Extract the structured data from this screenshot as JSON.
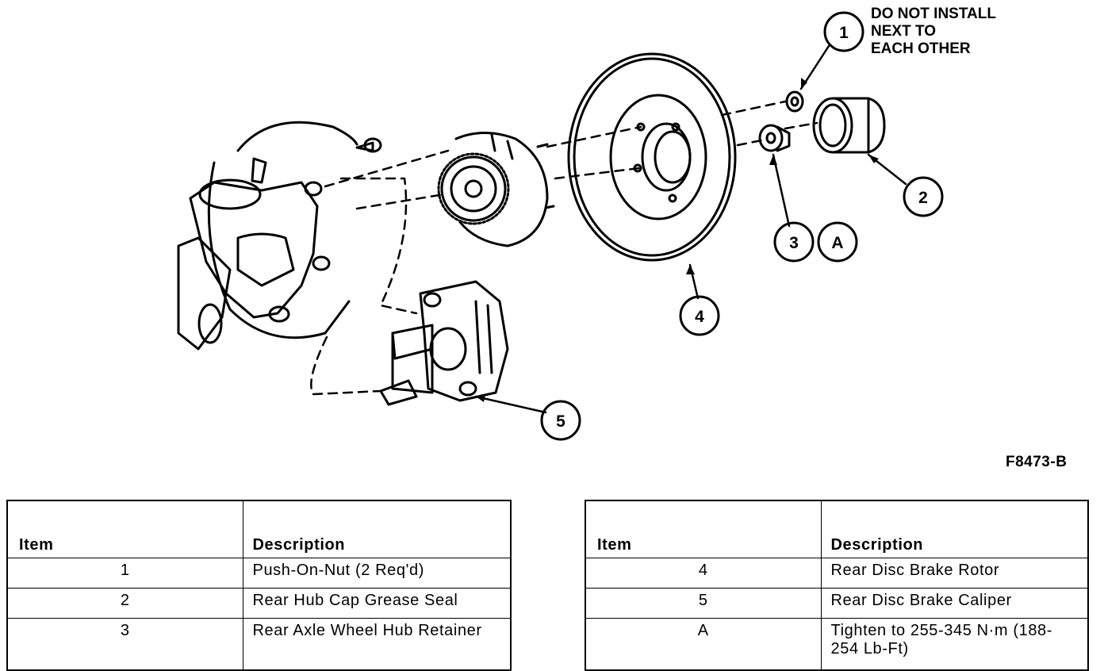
{
  "figure": {
    "note": [
      "DO NOT INSTALL",
      "NEXT TO",
      "EACH OTHER"
    ],
    "callouts": [
      "1",
      "2",
      "3",
      "A",
      "4",
      "5"
    ],
    "code": "F8473-B"
  },
  "table_left": {
    "headers": [
      "Item",
      "Description"
    ],
    "rows": [
      {
        "item": "1",
        "description": "Push-On-Nut (2 Req'd)"
      },
      {
        "item": "2",
        "description": "Rear Hub Cap Grease Seal"
      },
      {
        "item": "3",
        "description": "Rear Axle Wheel Hub Retainer"
      }
    ]
  },
  "table_right": {
    "headers": [
      "Item",
      "Description"
    ],
    "rows": [
      {
        "item": "4",
        "description": "Rear Disc Brake Rotor"
      },
      {
        "item": "5",
        "description": "Rear Disc Brake Caliper"
      },
      {
        "item": "A",
        "description": "Tighten to 255-345 N·m (188-254 Lb-Ft)"
      }
    ]
  }
}
